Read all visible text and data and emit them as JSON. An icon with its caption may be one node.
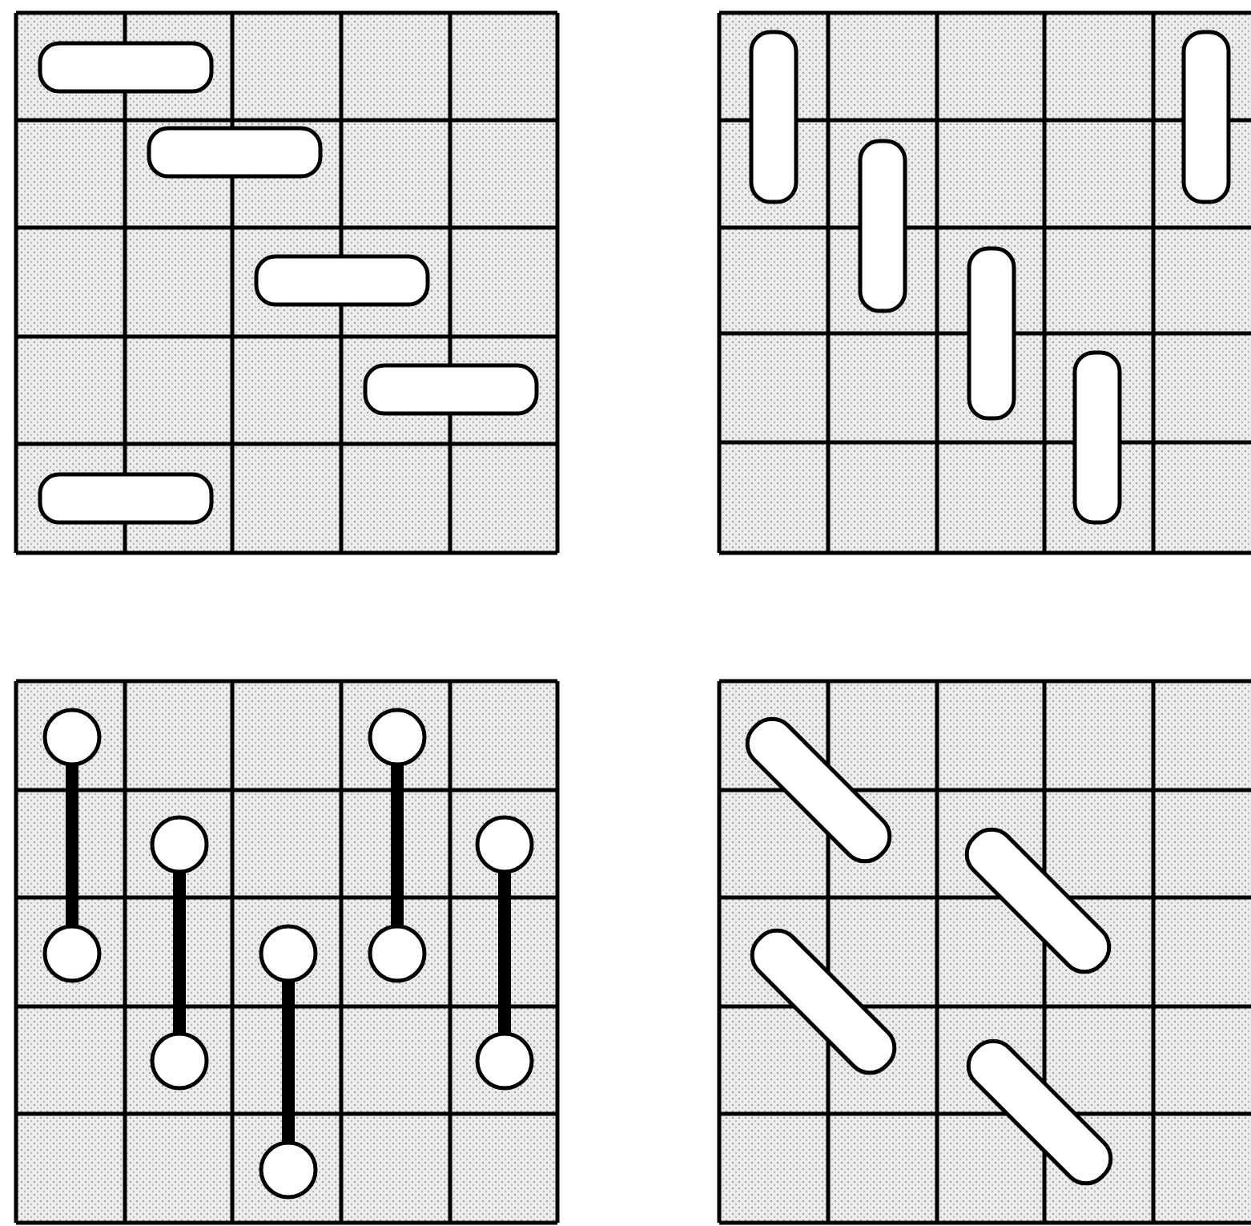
{
  "diagram": {
    "nodes": [
      {
        "text": [],
        "shape": "circle"
      },
      {
        "text": [],
        "shape": "circle"
      },
      {
        "text": [],
        "shape": "circle"
      },
      {
        "text": [],
        "shape": "circle"
      },
      {
        "text": [],
        "shape": "circle"
      },
      {
        "text": [],
        "shape": "circle"
      },
      {
        "text": [],
        "shape": "circle"
      },
      {
        "text": [],
        "shape": "circle"
      },
      {
        "text": [],
        "shape": "circle"
      },
      {
        "text": [],
        "shape": "circle"
      }
    ],
    "edges": [
      {
        "from": 0,
        "to": 1,
        "arrow": "none"
      },
      {
        "from": 2,
        "to": 3,
        "arrow": "none"
      },
      {
        "from": 4,
        "to": 5,
        "arrow": "none"
      },
      {
        "from": 6,
        "to": 7,
        "arrow": "none"
      },
      {
        "from": 8,
        "to": 9,
        "arrow": "none"
      }
    ]
  }
}
